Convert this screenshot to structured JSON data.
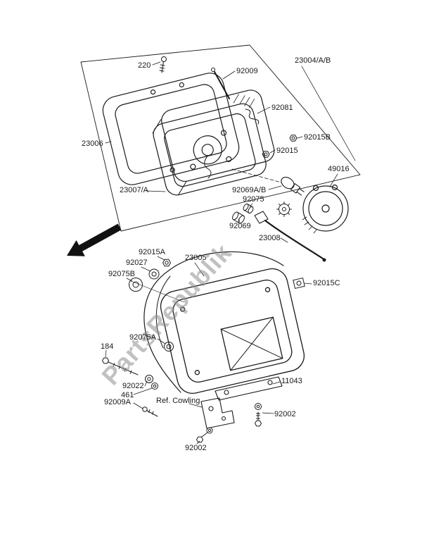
{
  "page": {
    "watermark": "PartsRepublik",
    "colors": {
      "background": "#ffffff",
      "line": "#1a1a1a",
      "watermark": "#8f8f8f"
    }
  },
  "labels": {
    "p220": "220",
    "p92009": "92009",
    "p23004": "23004/A/B",
    "p92081": "92081",
    "p92015b": "92015B",
    "p92015": "92015",
    "p23006": "23006",
    "p49016": "49016",
    "p23007": "23007/A",
    "p92069ab": "92069A/B",
    "p92075": "92075",
    "p92069": "92069",
    "p23008": "23008",
    "p92015a": "92015A",
    "p92027": "92027",
    "p23005": "23005",
    "p92075b": "92075B",
    "p92015c": "92015C",
    "p92075a": "92075A",
    "p184": "184",
    "p11043": "11043",
    "p92022": "92022",
    "p461": "461",
    "p92009a": "92009A",
    "ref_cowling": "Ref. Cowling",
    "p92002": "92002"
  }
}
